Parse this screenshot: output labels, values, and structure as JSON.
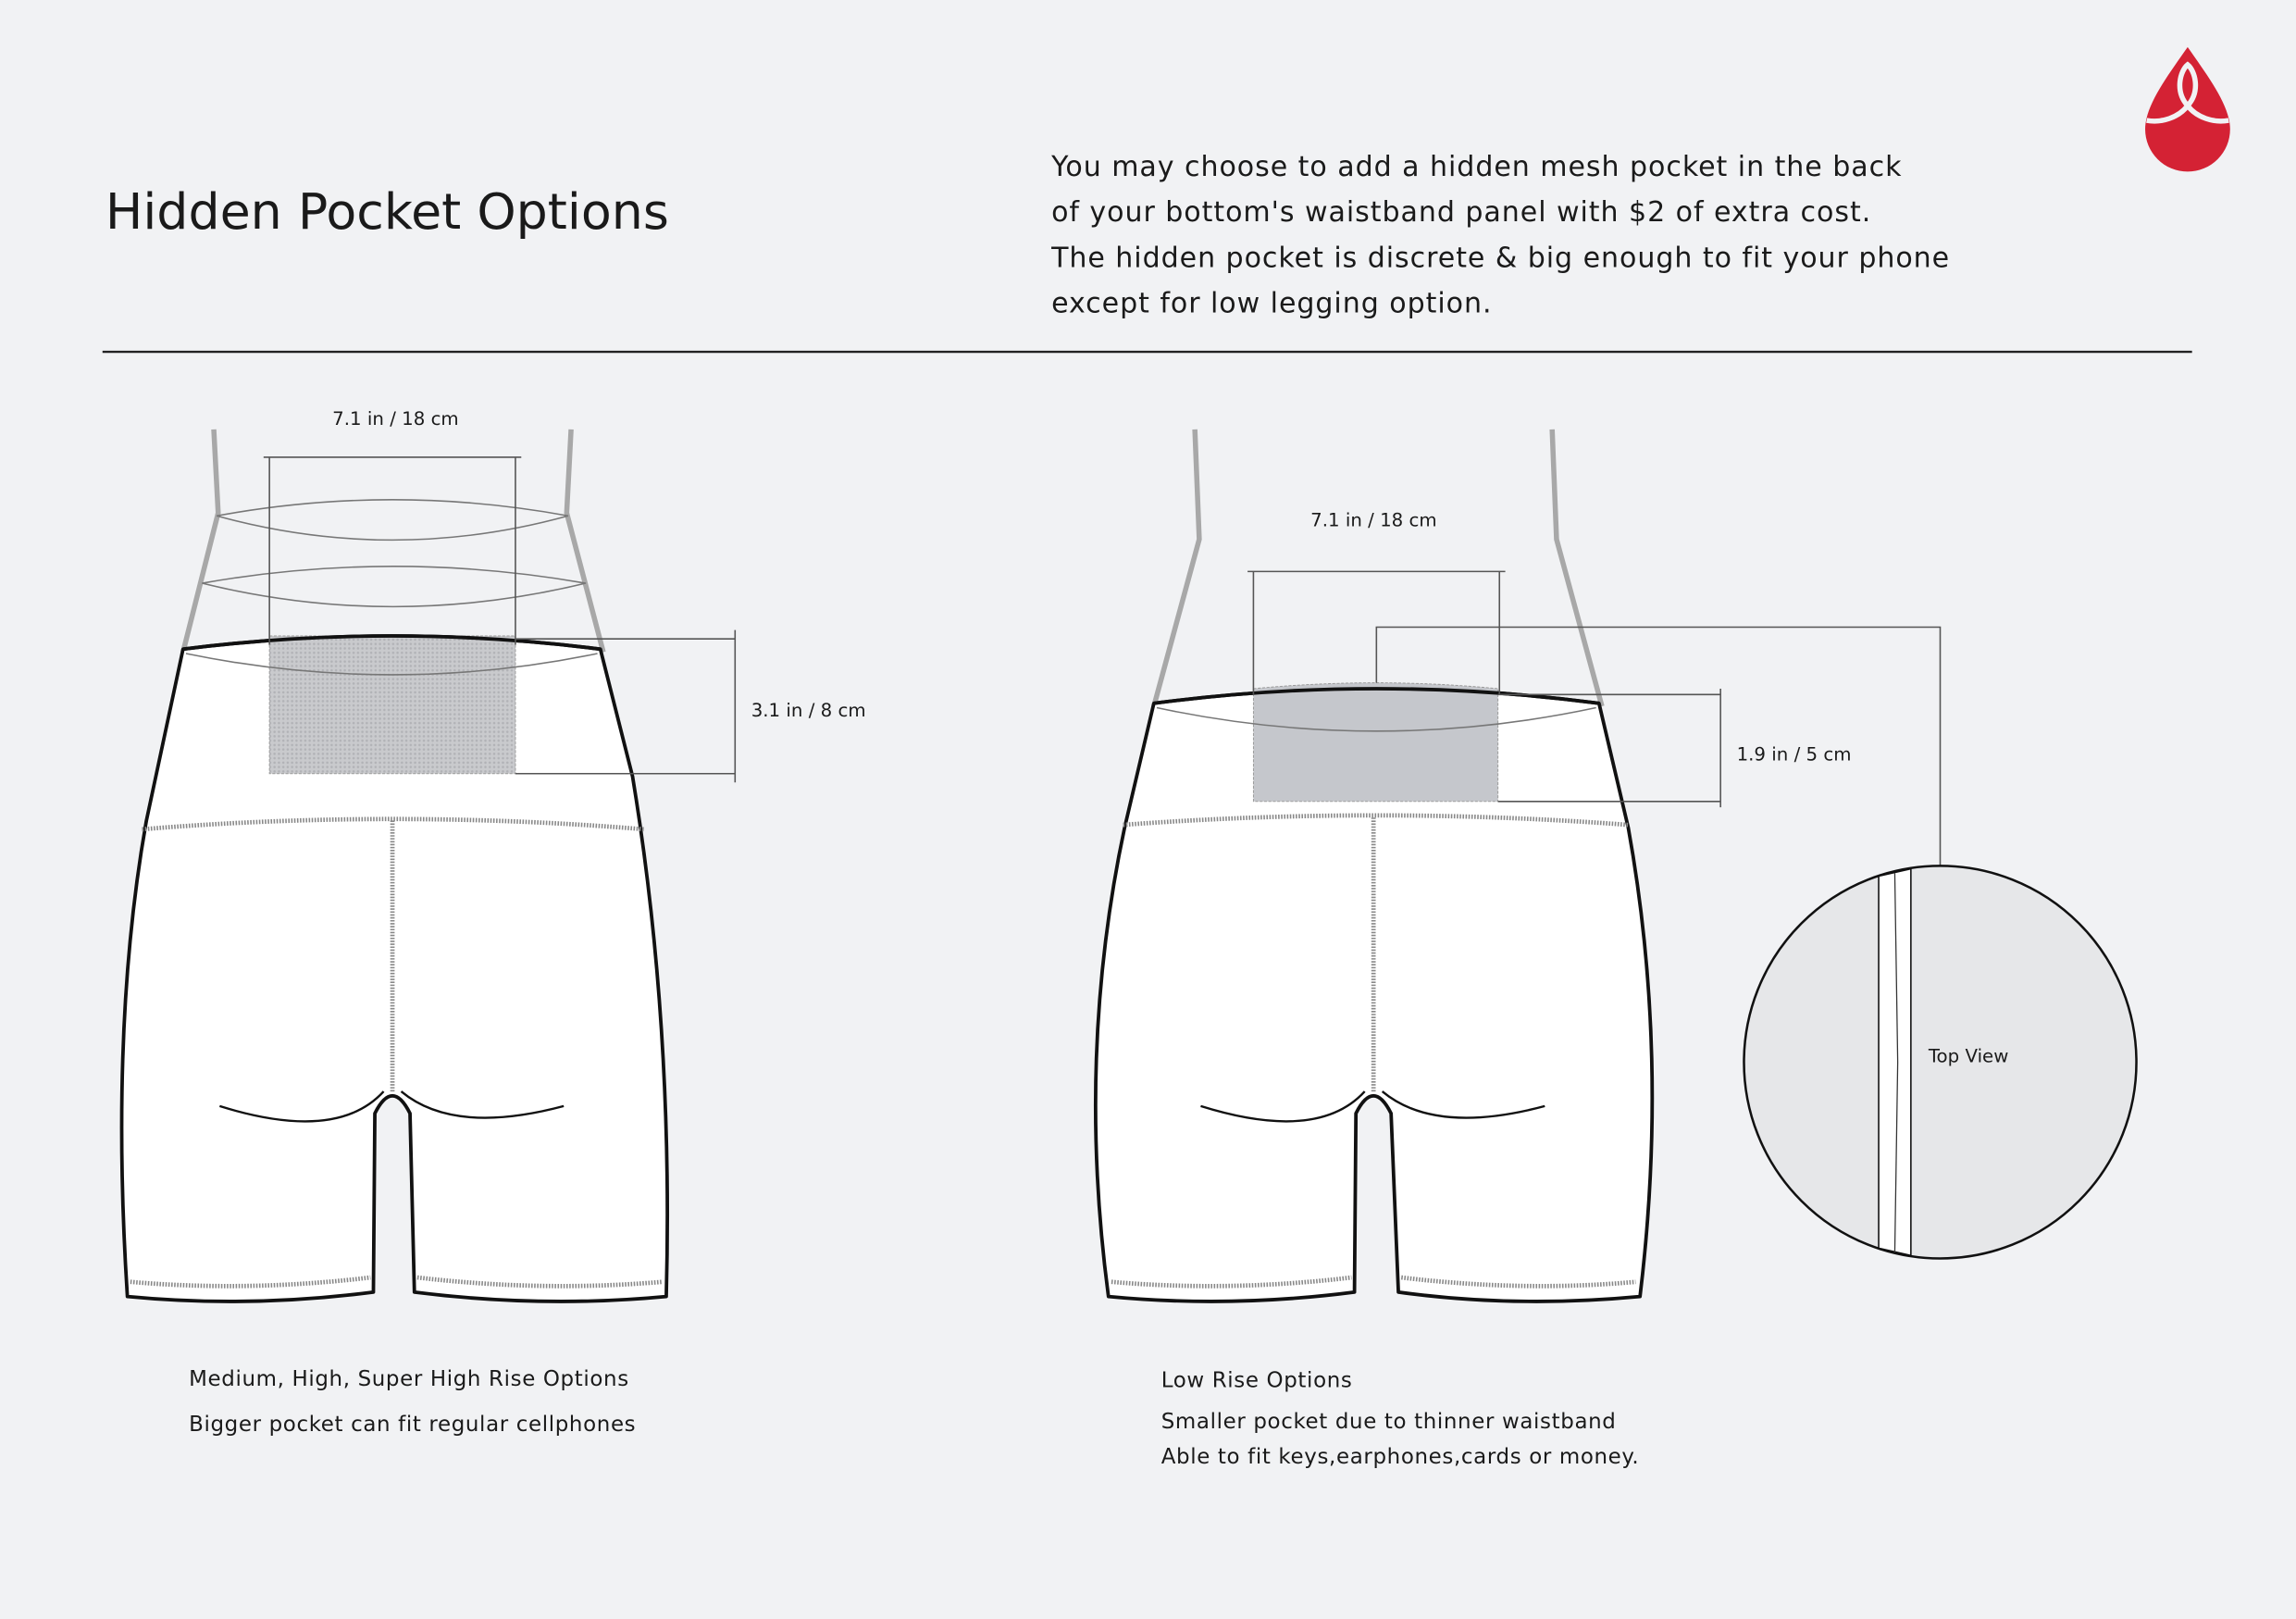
{
  "header": {
    "title": "Hidden Pocket Options",
    "description": [
      "You may choose to add a hidden mesh pocket in the back",
      "of your bottom's waistband panel with $2 of extra cost.",
      "The hidden pocket is discrete & big enough to fit your phone",
      "except for low legging option."
    ],
    "logo_icon": "red-drop-logo-icon",
    "brand_color": "#d42234"
  },
  "left_option": {
    "width_label": "7.1 in / 18 cm",
    "height_label": "3.1 in / 8 cm",
    "caption_title": "Medium, High, Super High Rise Options",
    "caption_text": "Bigger pocket can fit regular cellphones"
  },
  "right_option": {
    "width_label": "7.1 in / 18 cm",
    "height_label": "1.9 in / 5 cm",
    "top_view_label": "Top View",
    "caption_title": "Low Rise Options",
    "caption_lines": [
      "Smaller pocket due to thinner waistband",
      "Able to fit keys,earphones,cards or money."
    ]
  }
}
